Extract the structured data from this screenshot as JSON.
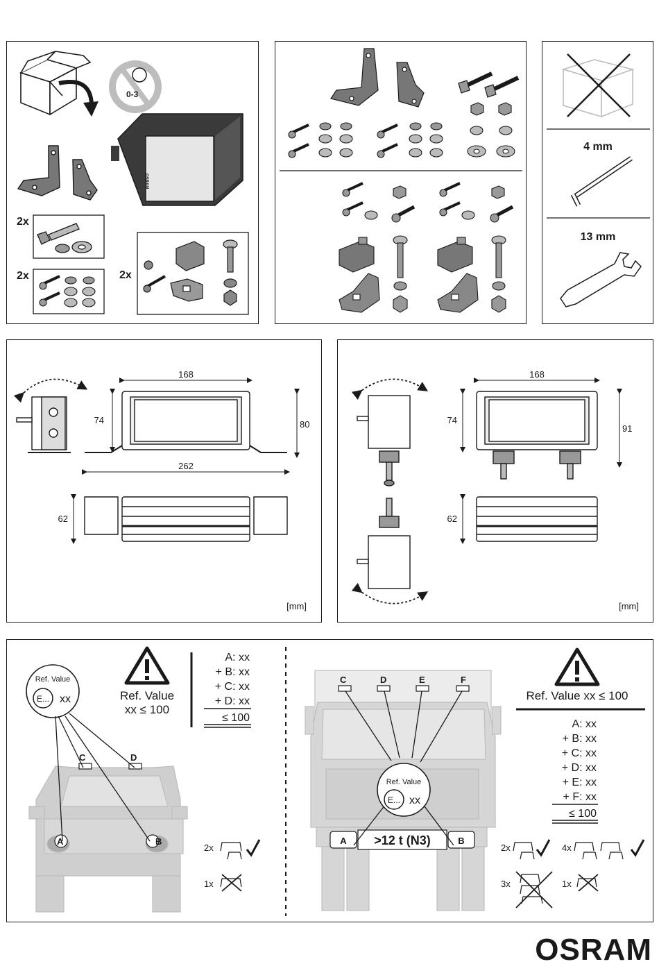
{
  "kit": {
    "age_warning": "0-3",
    "qty_bolt_set": "2x",
    "qty_screw_set": "2x",
    "qty_mount_set": "2x",
    "lamp_brand_label": "OSRAM"
  },
  "tools": {
    "allen_key": "4 mm",
    "wrench": "13 mm"
  },
  "dims_left": {
    "width": "168",
    "height": "74",
    "total_height": "80",
    "total_width": "262",
    "depth": "62",
    "unit": "[mm]"
  },
  "dims_right": {
    "width": "168",
    "height": "74",
    "total_height": "91",
    "depth": "62",
    "unit": "[mm]"
  },
  "ref_car": {
    "circle_title": "Ref. Value",
    "circle_mark": "E...",
    "circle_xx": "xx",
    "warn_text1": "Ref. Value",
    "warn_text2": "xx ≤ 100",
    "sum_lines": [
      "A: xx",
      "+ B: xx",
      "+ C: xx",
      "+ D: xx"
    ],
    "sum_total": "≤ 100",
    "lamp_labels": [
      "A",
      "B",
      "C",
      "D"
    ],
    "qty_ok": "2x",
    "qty_bad": "1x"
  },
  "ref_truck": {
    "warn_text": "Ref. Value xx ≤ 100",
    "sum_lines": [
      "A: xx",
      "+ B: xx",
      "+ C: xx",
      "+ D: xx",
      "+ E: xx",
      "+ F: xx"
    ],
    "sum_total": "≤ 100",
    "circle_title": "Ref. Value",
    "circle_mark": "E...",
    "circle_xx": "xx",
    "lamp_labels": [
      "C",
      "D",
      "E",
      "F"
    ],
    "plate_a": "A",
    "plate_b": "B",
    "vehicle_class": ">12 t (N3)",
    "qty_ok1": "2x",
    "qty_ok2": "4x",
    "qty_bad1": "3x",
    "qty_bad2": "1x"
  },
  "brand": "OSRAM"
}
